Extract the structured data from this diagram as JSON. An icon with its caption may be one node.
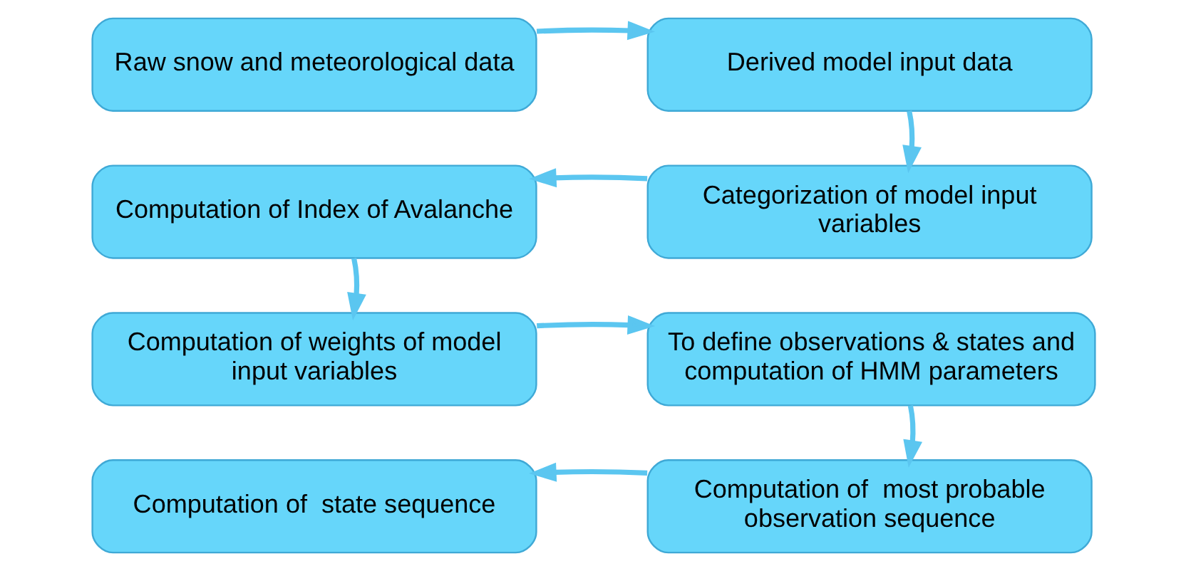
{
  "diagram": {
    "nodes": [
      {
        "text": [
          "Raw snow and meteorological data"
        ]
      },
      {
        "text": [
          "Derived model input data"
        ]
      },
      {
        "text": [
          "Computation of Index of Avalanche"
        ]
      },
      {
        "text": [
          "Categorization of model input variables"
        ]
      },
      {
        "text": [
          "Computation of weights of model input variables"
        ]
      },
      {
        "text": [
          "To define observations & states and computation of HMM parameters"
        ]
      },
      {
        "text": [
          "Computation of  state sequence"
        ]
      },
      {
        "text": [
          "Computation of  most probable observation sequence"
        ]
      }
    ],
    "edges": [
      {
        "from": 0,
        "to": 1,
        "arrow": "to"
      },
      {
        "from": 1,
        "to": 3,
        "arrow": "to"
      },
      {
        "from": 3,
        "to": 2,
        "arrow": "to"
      },
      {
        "from": 2,
        "to": 4,
        "arrow": "to"
      },
      {
        "from": 4,
        "to": 5,
        "arrow": "to"
      },
      {
        "from": 5,
        "to": 7,
        "arrow": "to"
      },
      {
        "from": 7,
        "to": 6,
        "arrow": "to"
      }
    ]
  }
}
